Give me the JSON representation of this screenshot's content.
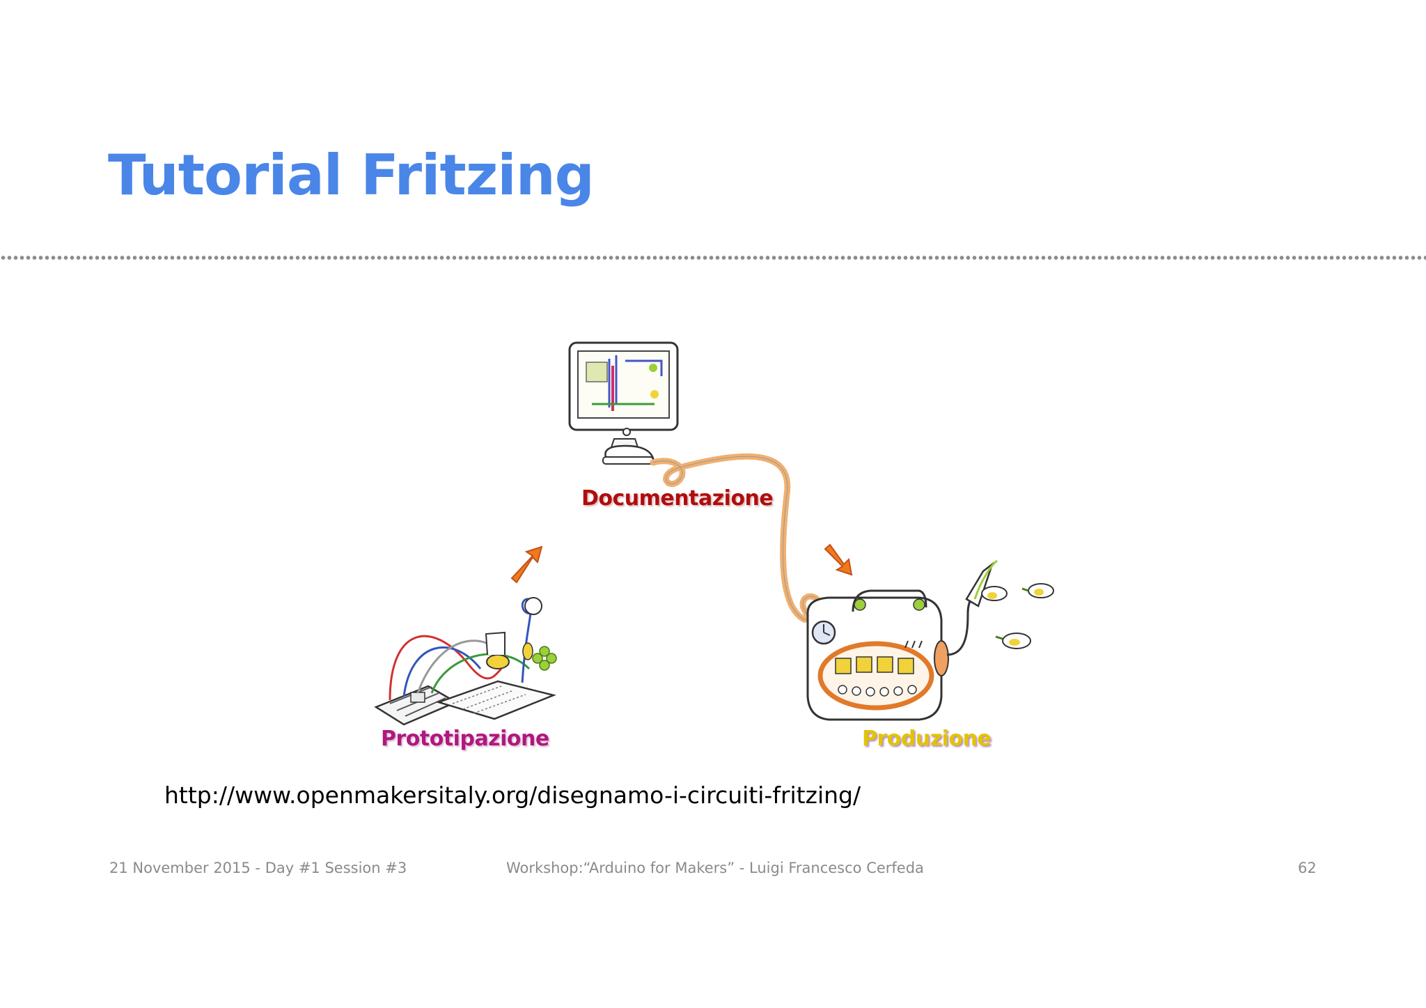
{
  "slide": {
    "title": "Tutorial Fritzing",
    "url": "http://www.openmakersitaly.org/disegnamo-i-circuiti-fritzing/"
  },
  "illustration": {
    "labels": {
      "documentation": "Documentazione",
      "prototyping": "Prototipazione",
      "production": "Produzione"
    },
    "colors": {
      "documentation": "#b00d0d",
      "prototyping": "#b0187e",
      "production": "#e2c400",
      "arrows": "#f07a1a"
    },
    "icons": [
      "monitor-icon",
      "breadboard-icon",
      "production-machine-icon",
      "arrow-up-right-icon",
      "arrow-down-right-icon"
    ]
  },
  "footer": {
    "date_session": "21 November 2015 - Day #1 Session #3",
    "workshop": "Workshop:“Arduino for Makers” - Luigi Francesco Cerfeda",
    "page_number": "62"
  },
  "theme": {
    "title_color": "#4a86e8",
    "footer_color": "#8a8a8a"
  }
}
